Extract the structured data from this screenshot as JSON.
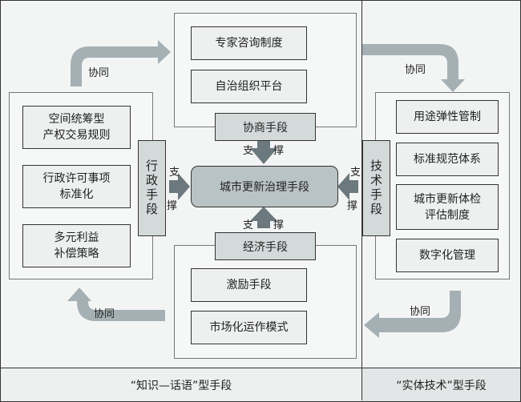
{
  "diagram": {
    "center": {
      "label": "城市更新治理手段"
    },
    "top_group": {
      "tag": "协商手段",
      "items": [
        "专家咨询制度",
        "自治组织平台"
      ],
      "support_left": "支",
      "support_right": "撑"
    },
    "bottom_group": {
      "tag": "经济手段",
      "items": [
        "激励手段",
        "市场化运作模式"
      ],
      "support_left": "支",
      "support_right": "撑"
    },
    "left_group": {
      "tag": "行政手段",
      "items": [
        "空间统筹型\n产权交易规则",
        "行政许可事项\n标准化",
        "多元利益\n补偿策略"
      ],
      "support_top": "支",
      "support_bottom": "撑"
    },
    "right_group": {
      "tag": "技术手段",
      "items": [
        "用途弹性管制",
        "标准规范体系",
        "城市更新体检\n评估制度",
        "数字化管理"
      ],
      "support_top": "支",
      "support_bottom": "撑"
    },
    "synergy_label": "协同",
    "synergy_arrows": [
      {
        "from": "left_group",
        "to": "top_group",
        "label": "协同"
      },
      {
        "from": "top_group",
        "to": "right_group",
        "label": "协同"
      },
      {
        "from": "right_group",
        "to": "bottom_group",
        "label": "协同"
      },
      {
        "from": "bottom_group",
        "to": "left_group",
        "label": "协同"
      }
    ],
    "footer": {
      "left": "“知识—话语”型手段",
      "right": "“实体技术”型手段"
    },
    "colors": {
      "arrow_synergy": "#a5b0b4",
      "arrow_support": "#6b797e",
      "tag_fill": "#d4dada",
      "center_fill": "#b9c2c4"
    }
  }
}
